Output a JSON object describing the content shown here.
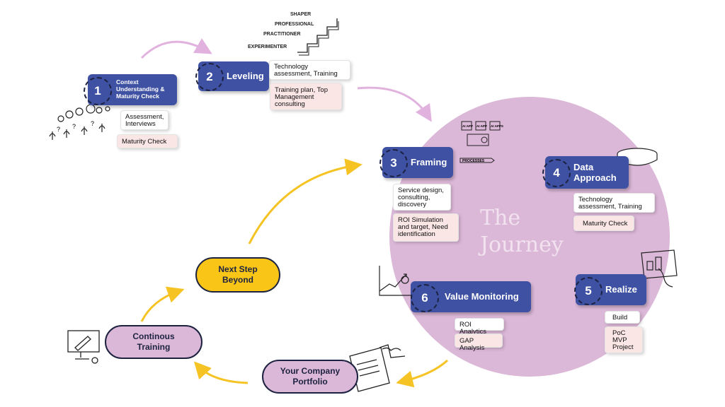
{
  "colors": {
    "step_blue": "#3f51a3",
    "circle_fill": "#dcb8d8",
    "arrow_yellow": "#f6c324",
    "arrow_pink": "#e2b2df",
    "pink_card": "#fbe6e6"
  },
  "journey": {
    "line1": "The",
    "line2": "Journey"
  },
  "steps": [
    {
      "num": "1",
      "label": "Context Understanding & Maturity Check",
      "cards": [
        "Assessment, Interviews",
        "Maturity Check"
      ]
    },
    {
      "num": "2",
      "label": "Leveling",
      "cards": [
        "Technology assessment, Training",
        "Training plan, Top Management consulting"
      ]
    },
    {
      "num": "3",
      "label": "Framing",
      "cards": [
        "Service design, consulting, discovery",
        "ROI Simulation and target, Need identification"
      ]
    },
    {
      "num": "4",
      "label": "Data Approach",
      "cards": [
        "Technology assessment, Training",
        "Maturity Check"
      ]
    },
    {
      "num": "5",
      "label": "Realize",
      "cards": [
        "Build",
        "PoC MVP Project"
      ]
    },
    {
      "num": "6",
      "label": "Value Monitoring",
      "cards": [
        "ROI Analytics",
        "GAP Analysis"
      ]
    }
  ],
  "cycle": {
    "portfolio": "Your Company Portfolio",
    "training": "Continous Training",
    "next": "Next Step Beyond"
  },
  "sketch_labels": {
    "stairs": [
      "SHAPER",
      "PROFESSIONAL",
      "PRACTITIONER",
      "EXPERIMENTER"
    ],
    "framing": [
      "AI APP",
      "AI APP",
      "AI APPS"
    ],
    "processes": "PROCESSES"
  }
}
